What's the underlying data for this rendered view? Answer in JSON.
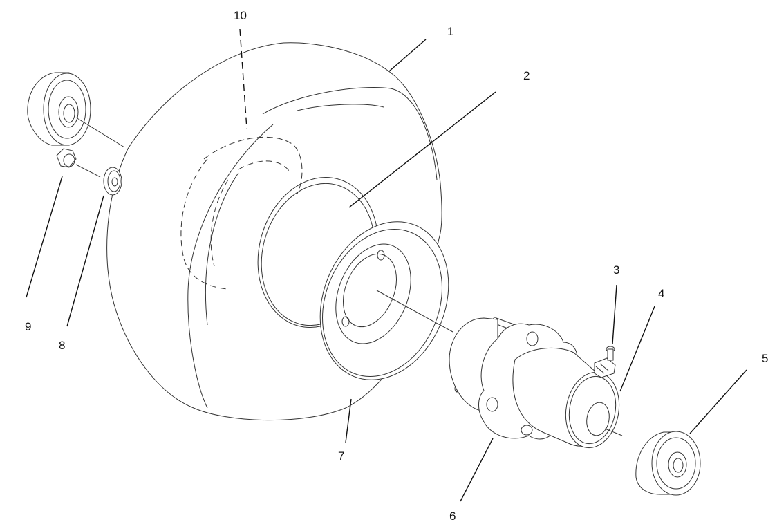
{
  "callouts": [
    {
      "id": "1",
      "label": "1"
    },
    {
      "id": "2",
      "label": "2"
    },
    {
      "id": "3",
      "label": "3"
    },
    {
      "id": "4",
      "label": "4"
    },
    {
      "id": "5",
      "label": "5"
    },
    {
      "id": "6",
      "label": "6"
    },
    {
      "id": "7",
      "label": "7"
    },
    {
      "id": "8",
      "label": "8"
    },
    {
      "id": "9",
      "label": "9"
    },
    {
      "id": "10",
      "label": "10"
    }
  ],
  "colors": {
    "line": "#333333",
    "text": "#111111",
    "background": "#ffffff"
  }
}
